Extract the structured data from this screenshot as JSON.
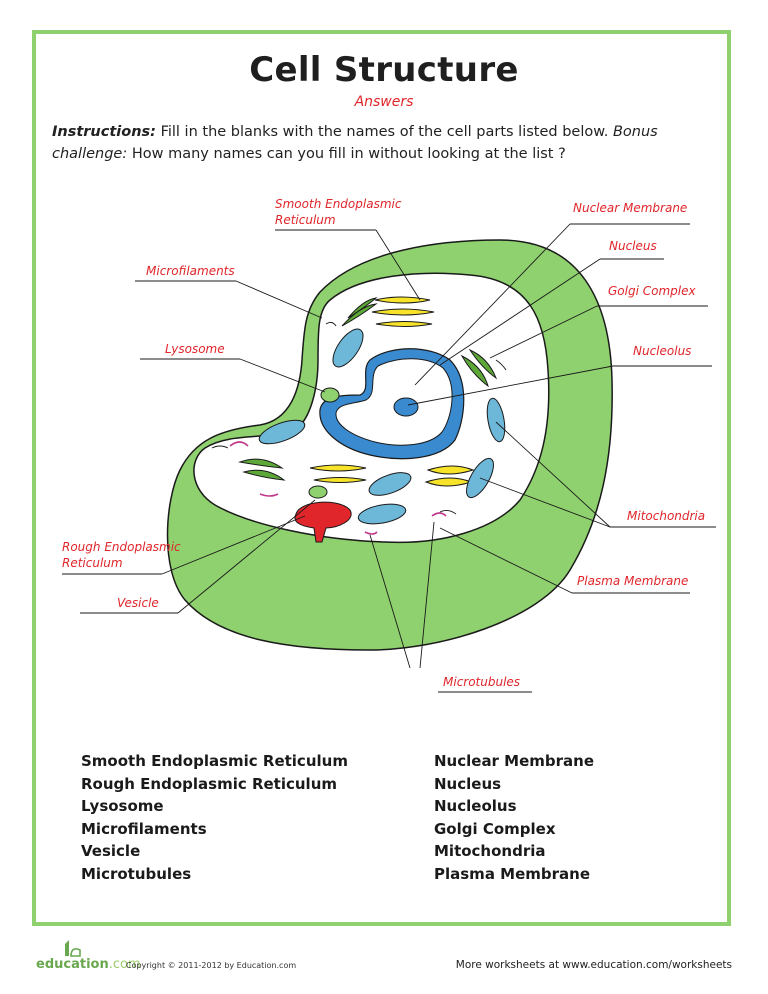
{
  "title": "Cell Structure",
  "subtitle": "Answers",
  "instructions": {
    "lead": "Instructions:",
    "text1": " Fill in the blanks with the names of the cell parts listed below. ",
    "bonus": "Bonus challenge:",
    "text2": " How many names can you fill in without looking at the list ?"
  },
  "labels": {
    "smooth_er_1": "Smooth Endoplasmic",
    "smooth_er_2": "Reticulum",
    "microfilaments": "Microfilaments",
    "lysosome": "Lysosome",
    "rough_er_1": "Rough Endoplasmic",
    "rough_er_2": "Reticulum",
    "vesicle": "Vesicle",
    "nuclear_membrane": "Nuclear Membrane",
    "nucleus": "Nucleus",
    "golgi": "Golgi Complex",
    "nucleolus": "Nucleolus",
    "mitochondria": "Mitochondria",
    "plasma_membrane": "Plasma Membrane",
    "microtubules": "Microtubules"
  },
  "word_bank": {
    "left": [
      "Smooth Endoplasmic Reticulum",
      "Rough Endoplasmic Reticulum",
      "Lysosome",
      "Microfilaments",
      "Vesicle",
      "Microtubules"
    ],
    "right": [
      "Nuclear Membrane",
      "Nucleus",
      "Nucleolus",
      "Golgi Complex",
      "Mitochondria",
      "Plasma Membrane"
    ]
  },
  "footer": {
    "logo_a": "education",
    "logo_b": ".com",
    "copyright": "Copyright © 2011-2012 by Education.com",
    "more": "More worksheets at www.education.com/worksheets"
  },
  "colors": {
    "border": "#8fd16e",
    "cytoplasm_wall": "#8fd16e",
    "label_red": "#e0262b",
    "nucleus_blue": "#3a8ad0"
  }
}
